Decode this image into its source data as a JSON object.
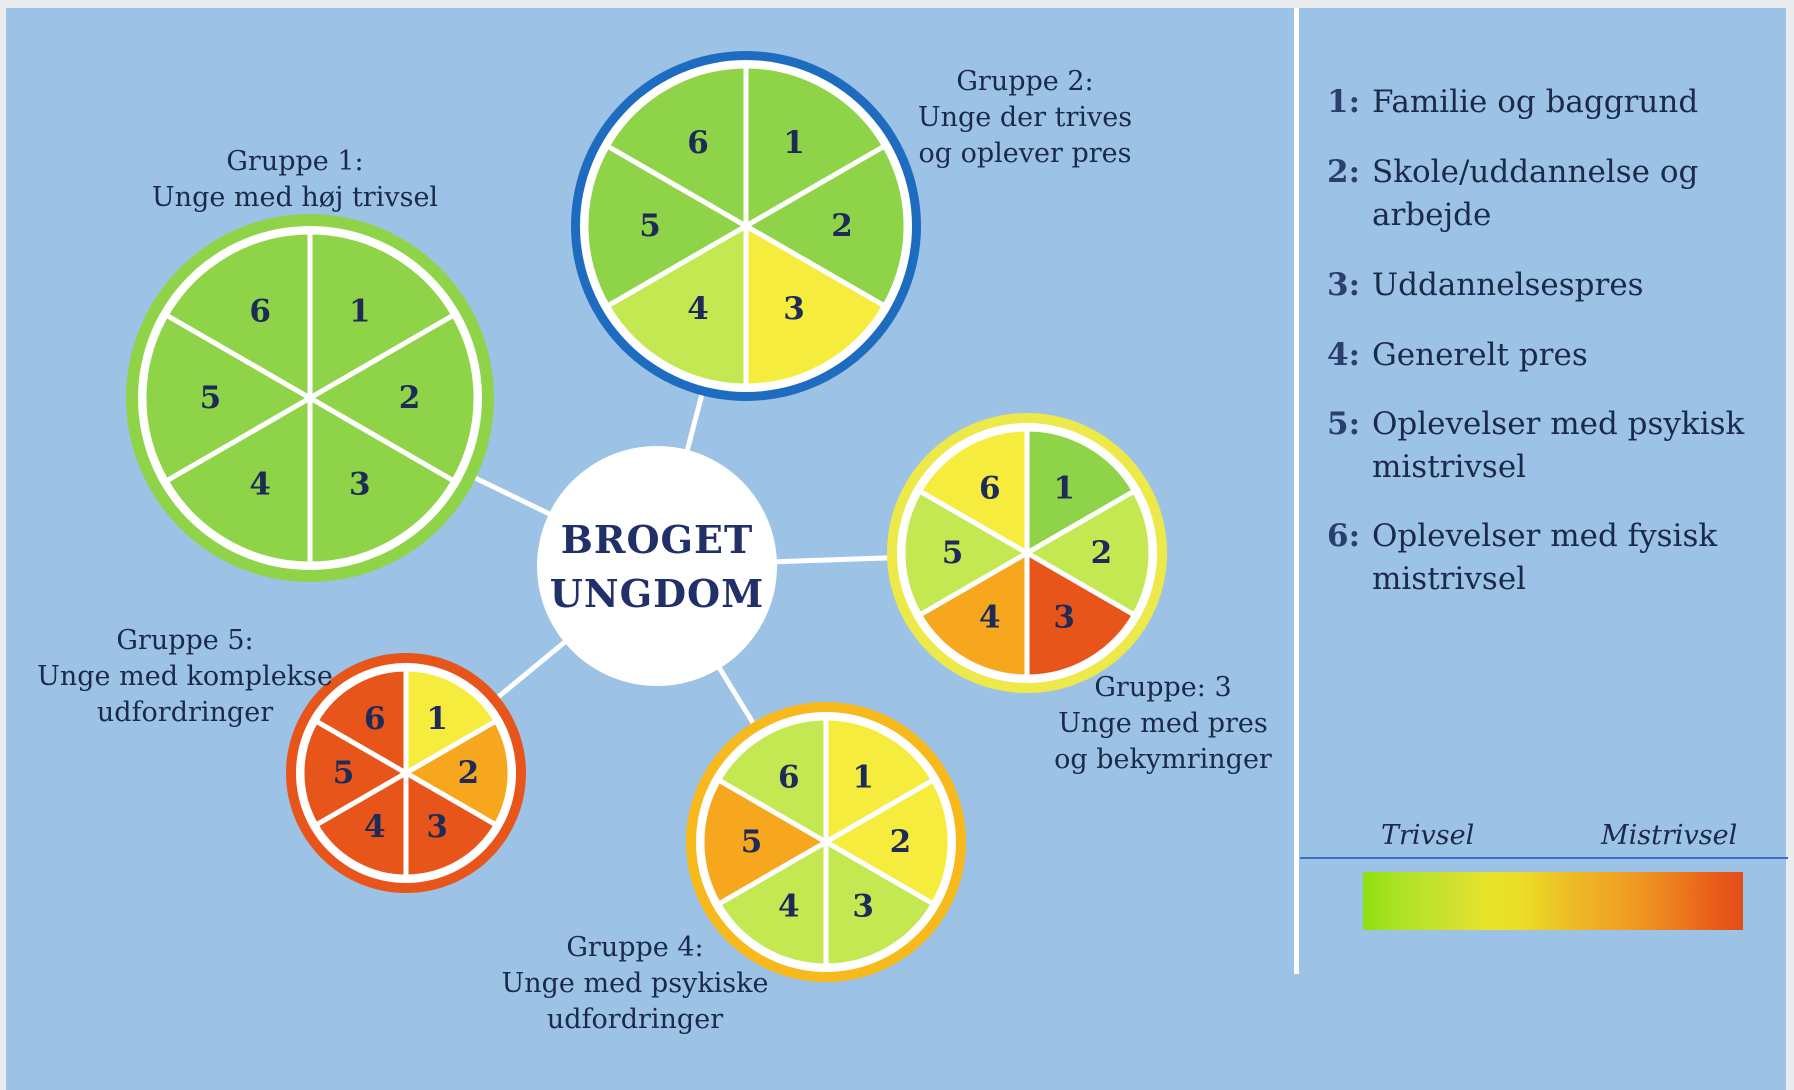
{
  "center": {
    "line1": "BROGET",
    "line2": "UNGDOM"
  },
  "groups": [
    {
      "label": [
        "Gruppe 1:",
        "Unge med høj trivsel"
      ],
      "ring": "#8fd448",
      "segments": [
        {
          "n": "1",
          "color": "#8fd448"
        },
        {
          "n": "2",
          "color": "#8fd448"
        },
        {
          "n": "3",
          "color": "#8fd448"
        },
        {
          "n": "4",
          "color": "#8fd448"
        },
        {
          "n": "5",
          "color": "#8fd448"
        },
        {
          "n": "6",
          "color": "#8fd448"
        }
      ]
    },
    {
      "label": [
        "Gruppe 2:",
        "Unge der trives",
        "og oplever pres"
      ],
      "ring": "#1e6cc0",
      "segments": [
        {
          "n": "1",
          "color": "#8fd448"
        },
        {
          "n": "2",
          "color": "#8fd448"
        },
        {
          "n": "3",
          "color": "#f6ec3e"
        },
        {
          "n": "4",
          "color": "#c3e851"
        },
        {
          "n": "5",
          "color": "#8fd448"
        },
        {
          "n": "6",
          "color": "#8fd448"
        }
      ]
    },
    {
      "label": [
        "Gruppe: 3",
        "Unge med pres",
        "og bekymringer"
      ],
      "ring": "#ede94a",
      "segments": [
        {
          "n": "1",
          "color": "#8fd448"
        },
        {
          "n": "2",
          "color": "#c3e851"
        },
        {
          "n": "3",
          "color": "#e8551b"
        },
        {
          "n": "4",
          "color": "#f7a71d"
        },
        {
          "n": "5",
          "color": "#c3e851"
        },
        {
          "n": "6",
          "color": "#f6ec3e"
        }
      ]
    },
    {
      "label": [
        "Gruppe 4:",
        "Unge med psykiske",
        "udfordringer"
      ],
      "ring": "#f7b91c",
      "segments": [
        {
          "n": "1",
          "color": "#f6ec3e"
        },
        {
          "n": "2",
          "color": "#f6ec3e"
        },
        {
          "n": "3",
          "color": "#c3e851"
        },
        {
          "n": "4",
          "color": "#c3e851"
        },
        {
          "n": "5",
          "color": "#f7a71d"
        },
        {
          "n": "6",
          "color": "#c3e851"
        }
      ]
    },
    {
      "label": [
        "Gruppe 5:",
        "Unge med komplekse",
        "udfordringer"
      ],
      "ring": "#e8551b",
      "segments": [
        {
          "n": "1",
          "color": "#f6ec3e"
        },
        {
          "n": "2",
          "color": "#f7a71d"
        },
        {
          "n": "3",
          "color": "#e8551b"
        },
        {
          "n": "4",
          "color": "#e8551b"
        },
        {
          "n": "5",
          "color": "#e8551b"
        },
        {
          "n": "6",
          "color": "#e8551b"
        }
      ]
    }
  ],
  "legend": [
    {
      "num": "1:",
      "text": "Familie og baggrund"
    },
    {
      "num": "2:",
      "text": "Skole/uddannelse og arbejde"
    },
    {
      "num": "3:",
      "text": "Uddannelsespres"
    },
    {
      "num": "4:",
      "text": "Generelt pres"
    },
    {
      "num": "5:",
      "text": "Oplevelser med psykisk mistrivsel"
    },
    {
      "num": "6:",
      "text": "Oplevelser med fysisk mistrivsel"
    }
  ],
  "scale": {
    "left": "Trivsel",
    "right": "Mistrivsel"
  }
}
